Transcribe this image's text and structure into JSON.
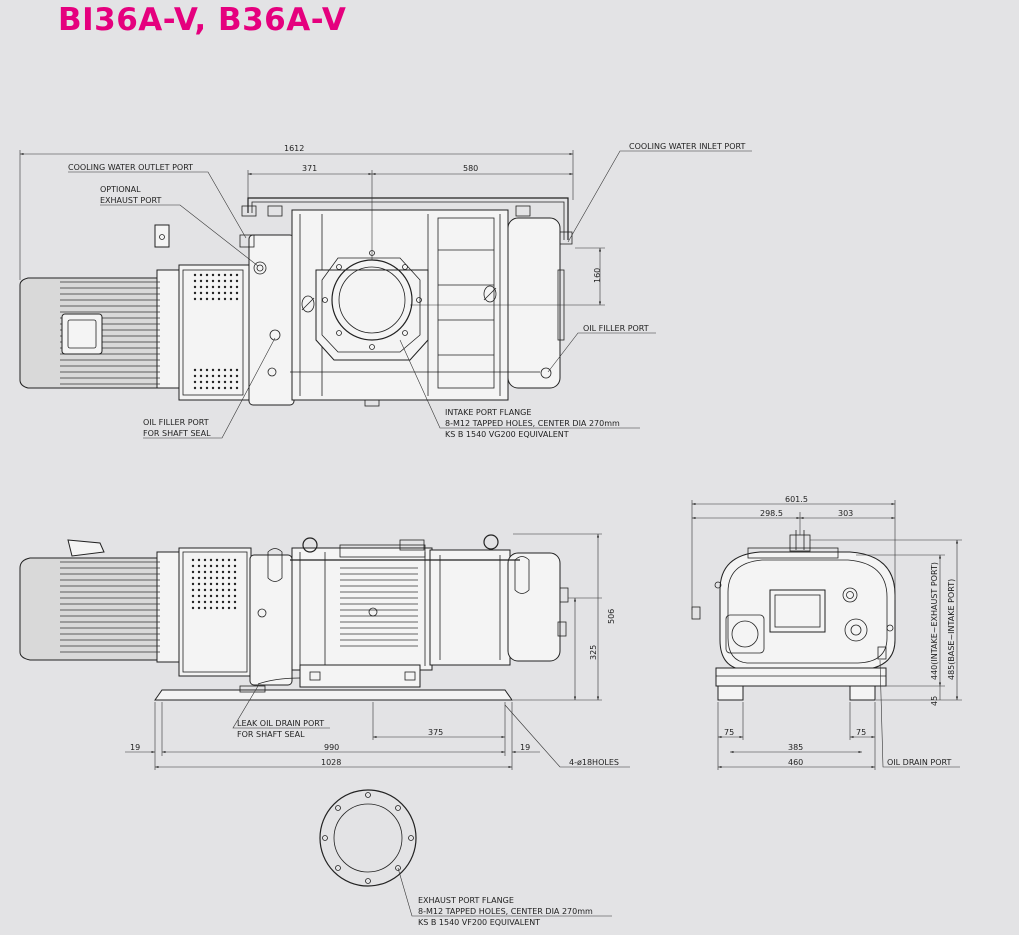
{
  "title": "BI36A-V, B36A-V",
  "dims": {
    "top_total": "1612",
    "top_left": "371",
    "top_right": "580",
    "top_height": "160",
    "side_height_total": "506",
    "side_height_shaft": "325",
    "side_19_left": "19",
    "side_990": "990",
    "side_375": "375",
    "side_19_right": "19",
    "side_1028": "1028",
    "end_601": "601.5",
    "end_298": "298.5",
    "end_303": "303",
    "end_440": "440(INTAKE~EXHAUST PORT)",
    "end_485": "485(BASE~INTAKE PORT)",
    "end_45": "45",
    "end_75_left": "75",
    "end_385": "385",
    "end_75_right": "75",
    "end_460": "460"
  },
  "labels": {
    "cooling_outlet": "COOLING WATER OUTLET PORT",
    "optional_exhaust_1": "OPTIONAL",
    "optional_exhaust_2": "EXHAUST PORT",
    "cooling_inlet": "COOLING WATER INLET PORT",
    "oil_filler_right": "OIL FILLER PORT",
    "oil_filler_shaft_1": "OIL FILLER PORT",
    "oil_filler_shaft_2": "FOR SHAFT SEAL",
    "intake_1": "INTAKE PORT FLANGE",
    "intake_2": "8-M12 TAPPED HOLES, CENTER DIA 270mm",
    "intake_3": "KS B 1540 VG200 EQUIVALENT",
    "leak_1": "LEAK OIL DRAIN PORT",
    "leak_2": "FOR SHAFT SEAL",
    "holes": "4-ø18HOLES",
    "oil_drain": "OIL DRAIN PORT",
    "exhaust_1": "EXHAUST PORT FLANGE",
    "exhaust_2": "8-M12 TAPPED HOLES, CENTER DIA 270mm",
    "exhaust_3": "KS B 1540 VF200 EQUIVALENT"
  }
}
